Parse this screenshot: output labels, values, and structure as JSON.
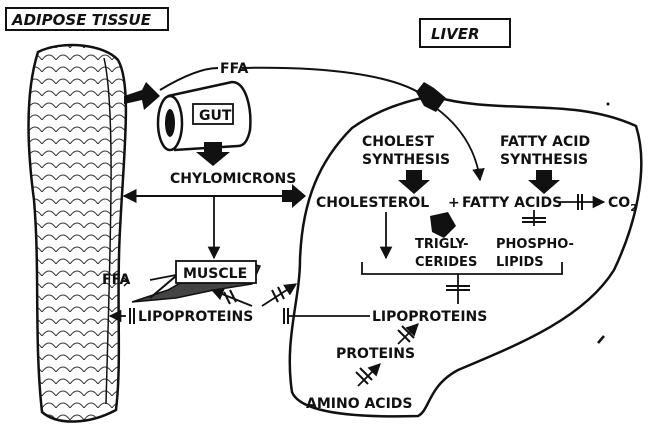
{
  "boxes": {
    "adipose_tissue": "ADIPOSE TISSUE",
    "liver": "LIVER",
    "gut": "GUT",
    "muscle": "MUSCLE"
  },
  "labels": {
    "ffa_top": "FFA",
    "chylomicrons": "CHYLOMICRONS",
    "ffa_left": "FFA",
    "lipoproteins_left": "LIPOPROTEINS",
    "cholest_synthesis_1": "CHOLEST",
    "cholest_synthesis_2": "SYNTHESIS",
    "fatty_acid_synthesis_1": "FATTY ACID",
    "fatty_acid_synthesis_2": "SYNTHESIS",
    "cholesterol": "CHOLESTEROL",
    "plus": "+",
    "fatty_acids": "FATTY ACIDS",
    "co2": "CO",
    "co2_sub": "2",
    "triglycerides_1": "TRIGLY-",
    "triglycerides_2": "CERIDES",
    "phospholipids_1": "PHOSPHO-",
    "phospholipids_2": "LIPIDS",
    "lipoproteins_liver": "LIPOPROTEINS",
    "proteins": "PROTEINS",
    "amino_acids": "AMINO ACIDS"
  },
  "colors": {
    "ink": "#111111",
    "background": "#ffffff",
    "tissue_fill": "#f4f4f4"
  }
}
